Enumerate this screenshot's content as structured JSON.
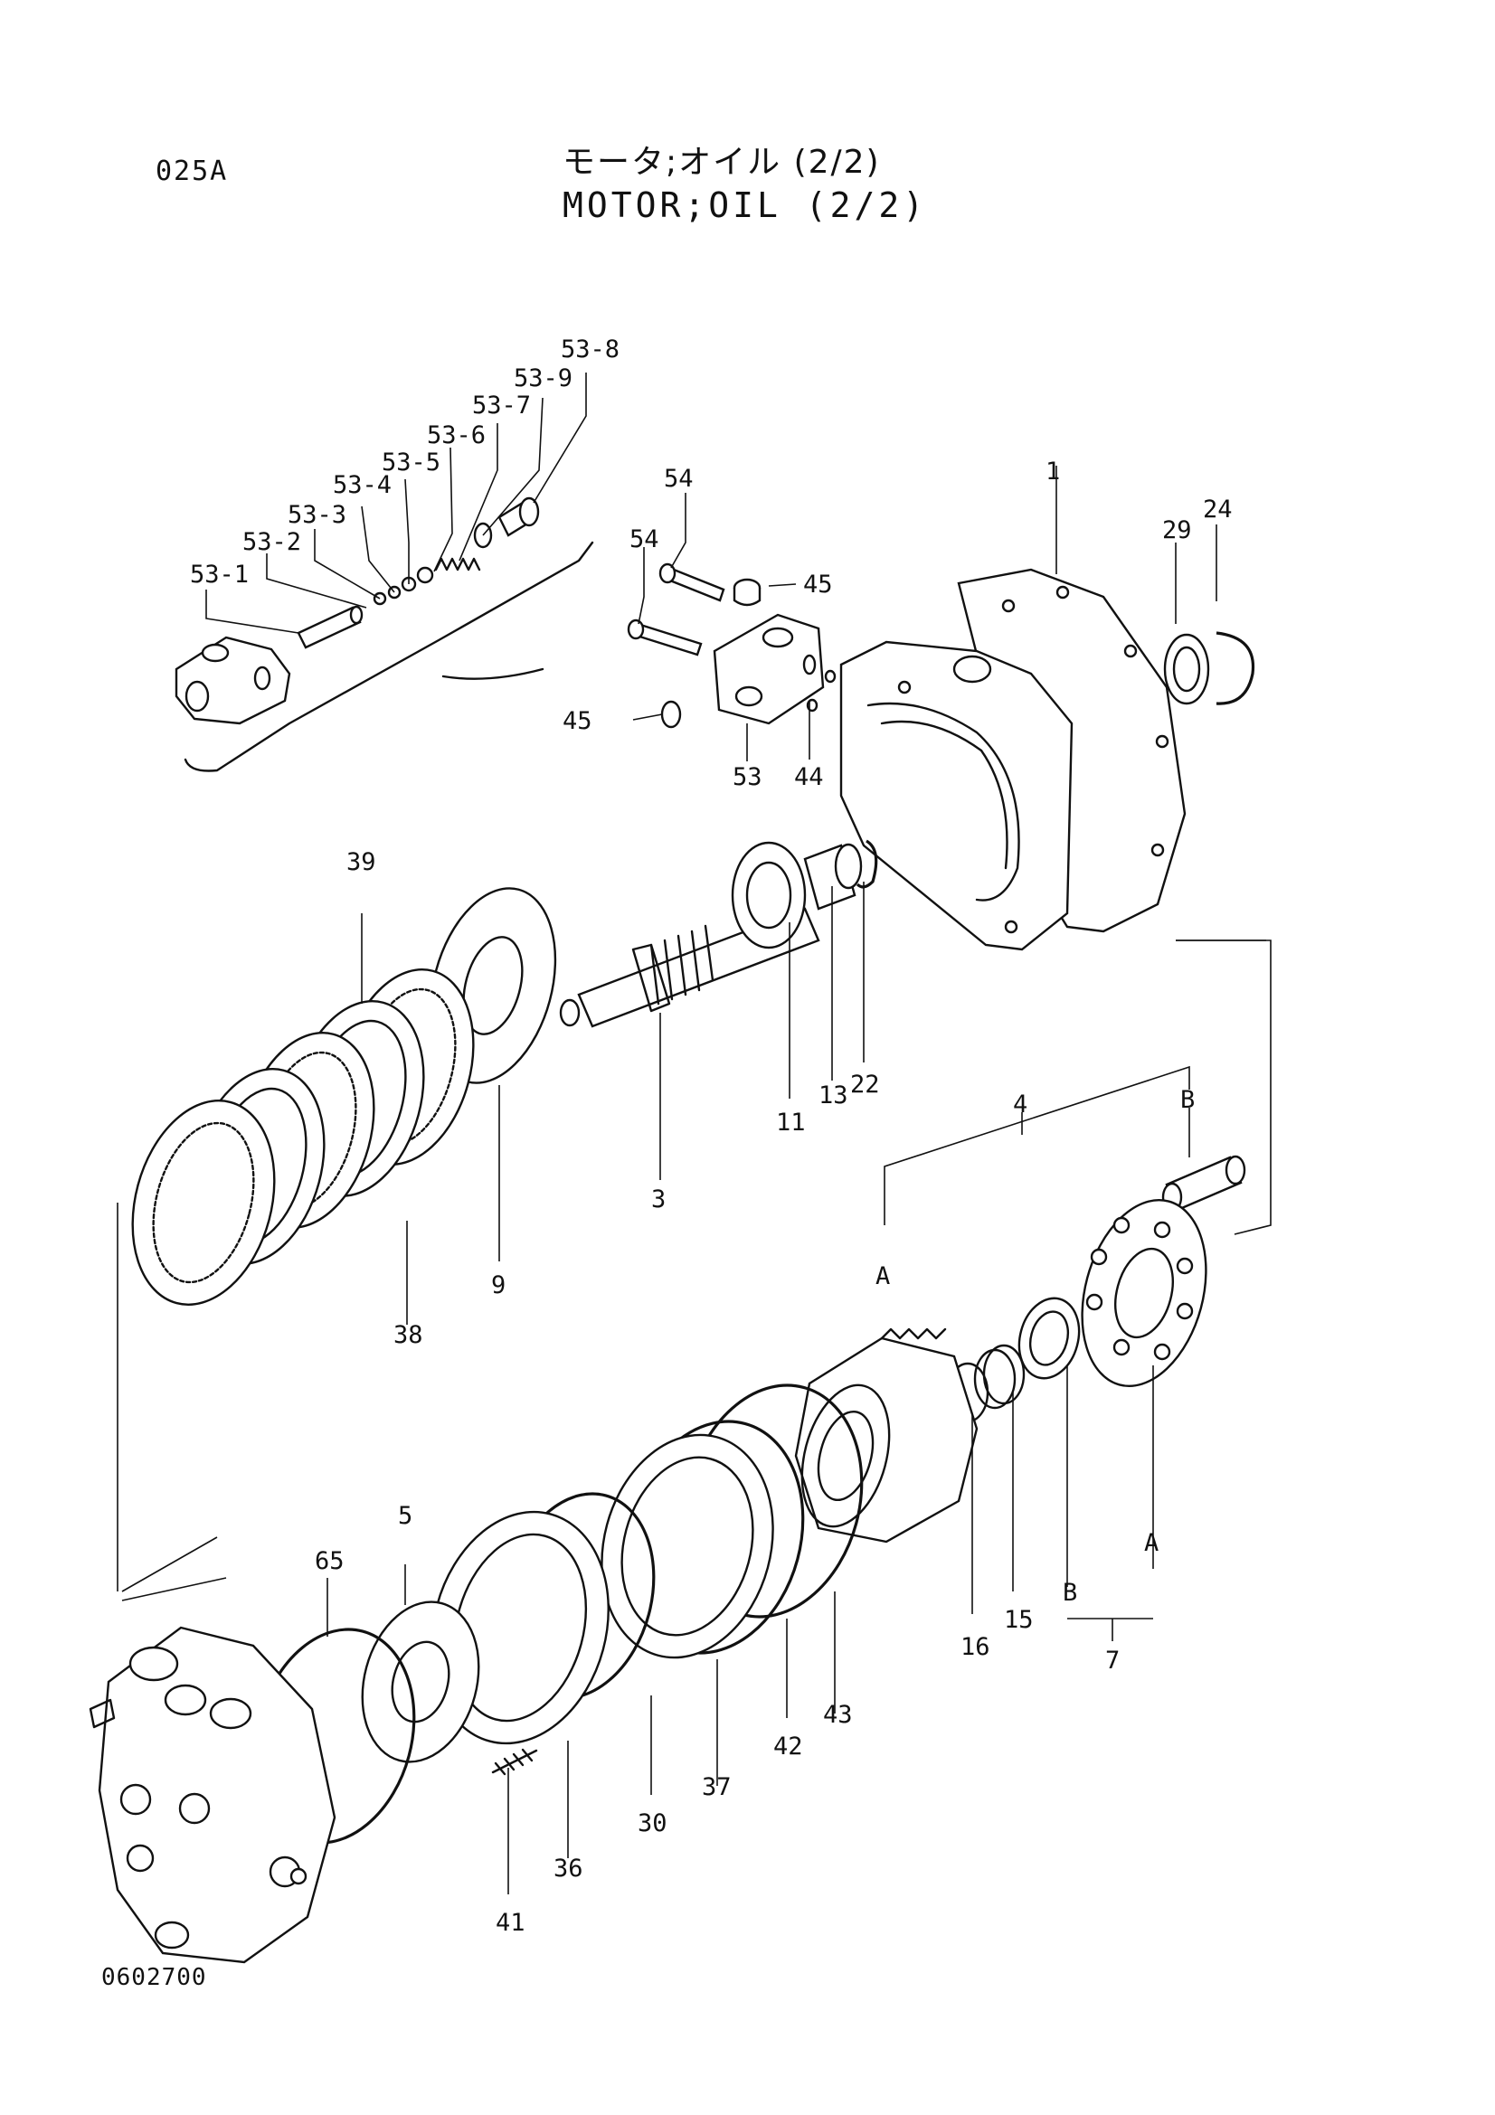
{
  "header": {
    "page_code": "025A",
    "title_jp": "モータ;オイル (2/2)",
    "title_en": "MOTOR;OIL (2/2)"
  },
  "footer": {
    "figure_code": "0602700"
  },
  "callouts": [
    "53-8",
    "53-9",
    "53-7",
    "53-6",
    "53-5",
    "53-4",
    "53-3",
    "53-2",
    "53-1",
    "54",
    "54",
    "45",
    "45",
    "53",
    "44",
    "1",
    "24",
    "29",
    "39",
    "22",
    "13",
    "11",
    "3",
    "9",
    "38",
    "4",
    "B",
    "A",
    "5",
    "65",
    "16",
    "15",
    "B",
    "A",
    "7",
    "43",
    "42",
    "37",
    "30",
    "36",
    "41"
  ]
}
